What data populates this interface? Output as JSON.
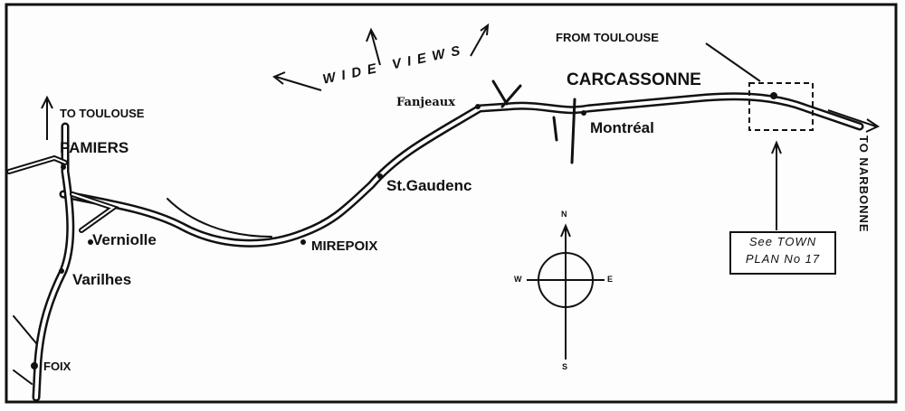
{
  "labels": {
    "to_toulouse": "TO TOULOUSE",
    "pamiers": "PAMIERS",
    "verniolle": "Verniolle",
    "varilhes": "Varilhes",
    "foix": "FOIX",
    "mirepoix": "MIREPOIX",
    "st_gaudenc": "St.Gaudenc",
    "fanjeaux": "Fanjeaux",
    "montreal": "Montréal",
    "carcassonne": "CARCASSONNE",
    "from_toulouse": "FROM TOULOUSE",
    "to_narbonne": "TO NARBONNE",
    "wide_views": "WIDE VIEWS"
  },
  "note": {
    "line1": "See TOWN",
    "line2": "PLAN No 17"
  },
  "compass": {
    "n": "N",
    "s": "S",
    "e": "E",
    "w": "W"
  }
}
